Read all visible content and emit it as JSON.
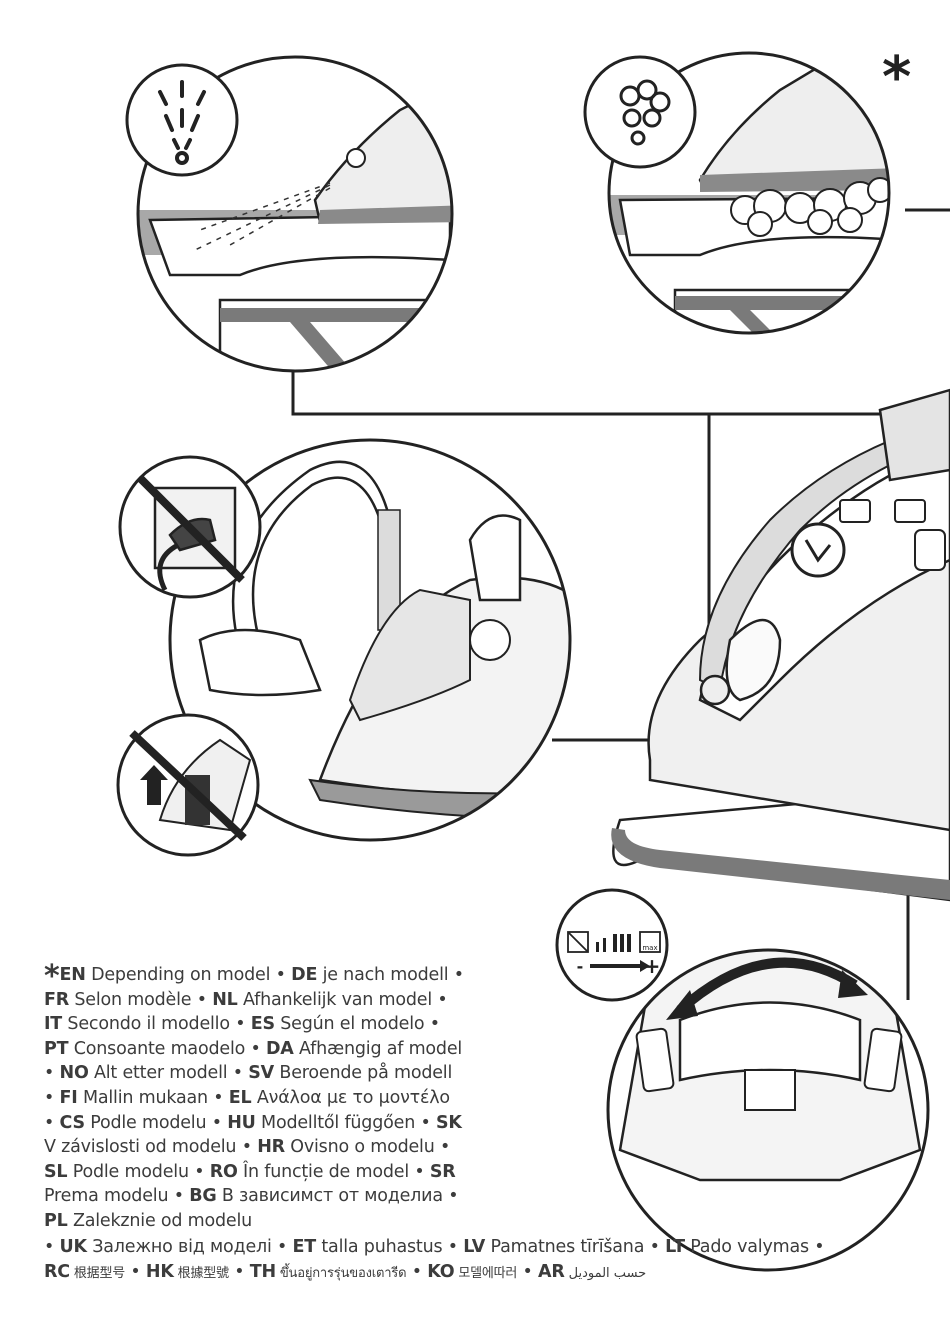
{
  "asterisk_mark": "*",
  "gauge": {
    "minus": "-",
    "plus": "+",
    "max_label": "max"
  },
  "legend": {
    "star": "*",
    "entries": [
      {
        "code": "EN",
        "text": "Depending on model"
      },
      {
        "code": "DE",
        "text": "je nach modell"
      },
      {
        "code": "FR",
        "text": "Selon modèle"
      },
      {
        "code": "NL",
        "text": "Afhankelijk van model"
      },
      {
        "code": "IT",
        "text": "Secondo il modello"
      },
      {
        "code": "ES",
        "text": "Según el modelo"
      },
      {
        "code": "PT",
        "text": "Consoante maodelo"
      },
      {
        "code": "DA",
        "text": "Afhængig af model"
      },
      {
        "code": "NO",
        "text": "Alt etter modell"
      },
      {
        "code": "SV",
        "text": "Beroende på modell"
      },
      {
        "code": "FI",
        "text": "Mallin mukaan"
      },
      {
        "code": "EL",
        "text": "Ανάλοα με το μοντέλο"
      },
      {
        "code": "CS",
        "text": "Podle modelu"
      },
      {
        "code": "HU",
        "text": "Modelltől függően"
      },
      {
        "code": "SK",
        "text": "V závislosti od modelu"
      },
      {
        "code": "HR",
        "text": "Ovisno o modelu"
      },
      {
        "code": "SL",
        "text": "Podle modelu"
      },
      {
        "code": "RO",
        "text": "În funcție de model"
      },
      {
        "code": "SR",
        "text": "Prema modelu"
      },
      {
        "code": "BG",
        "text": "В зависимст от моделиа"
      },
      {
        "code": "PL",
        "text": "Zalekznie od modelu"
      }
    ],
    "line_a": [
      {
        "code": "UK",
        "text": "Залежно від моделі"
      },
      {
        "code": "ET",
        "text": "talla puhastus"
      },
      {
        "code": "LV",
        "text": "Pamatnes tīrīšana"
      },
      {
        "code": "LT",
        "text": "Pado valymas"
      }
    ],
    "line_b": [
      {
        "code": "RC",
        "text": "根据型号"
      },
      {
        "code": "HK",
        "text": "根據型號"
      },
      {
        "code": "TH",
        "text": "ขึ้นอยู่การรุ่นของเตารีด"
      },
      {
        "code": "KO",
        "text": "모델에따러"
      },
      {
        "code": "AR",
        "text": "حسب الموديل"
      }
    ]
  },
  "colors": {
    "line": "#222222",
    "gray": "#8a8a8a",
    "lightgray": "#d6d6d6",
    "text": "#3c3c3c"
  }
}
